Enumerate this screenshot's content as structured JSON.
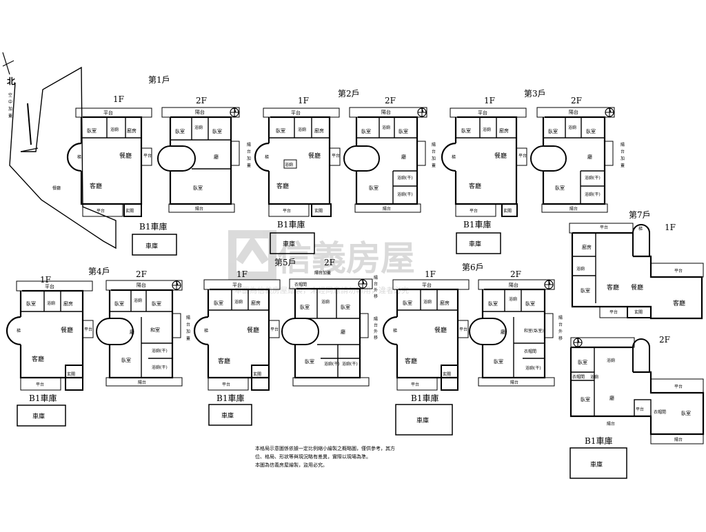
{
  "north": "北",
  "site_sign": "空\n中\n加\n蓋",
  "site_road": "道路",
  "watermark": {
    "brand": "信義房屋",
    "notice": "本圖為信義房屋繪製，未經同意請勿轉用，違者必究"
  },
  "note": [
    "本格局示意圖係依據一定比例縮小繪製之概略圖，僅供參考，其方",
    "位、格局、形狀等與現況略有差異，實際以現場為準。",
    "本圖為信義房屋繪製，盜用必究。"
  ],
  "rooms": {
    "bedroom": "臥室",
    "bath": "浴廁",
    "kitchen": "廚房",
    "dining": "餐廳",
    "living": "客廳",
    "hall": "廳",
    "terrace": "平台",
    "balcony": "陽台",
    "entry": "玄關",
    "stair": "梯",
    "tatami": "和室",
    "closet": "衣帽間",
    "garage": "車庫",
    "b1": "B1車庫",
    "balcony_add": "陽台加蓋",
    "balcony_out": "陽台外移",
    "bath_dry": "浴廁(干)",
    "tatami_bed": "和室(臥室)"
  },
  "units": [
    {
      "title": "第1戶",
      "f1": "1F",
      "f2": "2F"
    },
    {
      "title": "第2戶",
      "f1": "1F",
      "f2": "2F"
    },
    {
      "title": "第3戶",
      "f1": "1F",
      "f2": "2F"
    },
    {
      "title": "第4戶",
      "f1": "1F",
      "f2": "2F"
    },
    {
      "title": "第5戶",
      "f1": "1F",
      "f2": "2F"
    },
    {
      "title": "第6戶",
      "f1": "1F",
      "f2": "2F"
    },
    {
      "title": "第7戶",
      "f1": "1F",
      "f2": "2F"
    }
  ]
}
